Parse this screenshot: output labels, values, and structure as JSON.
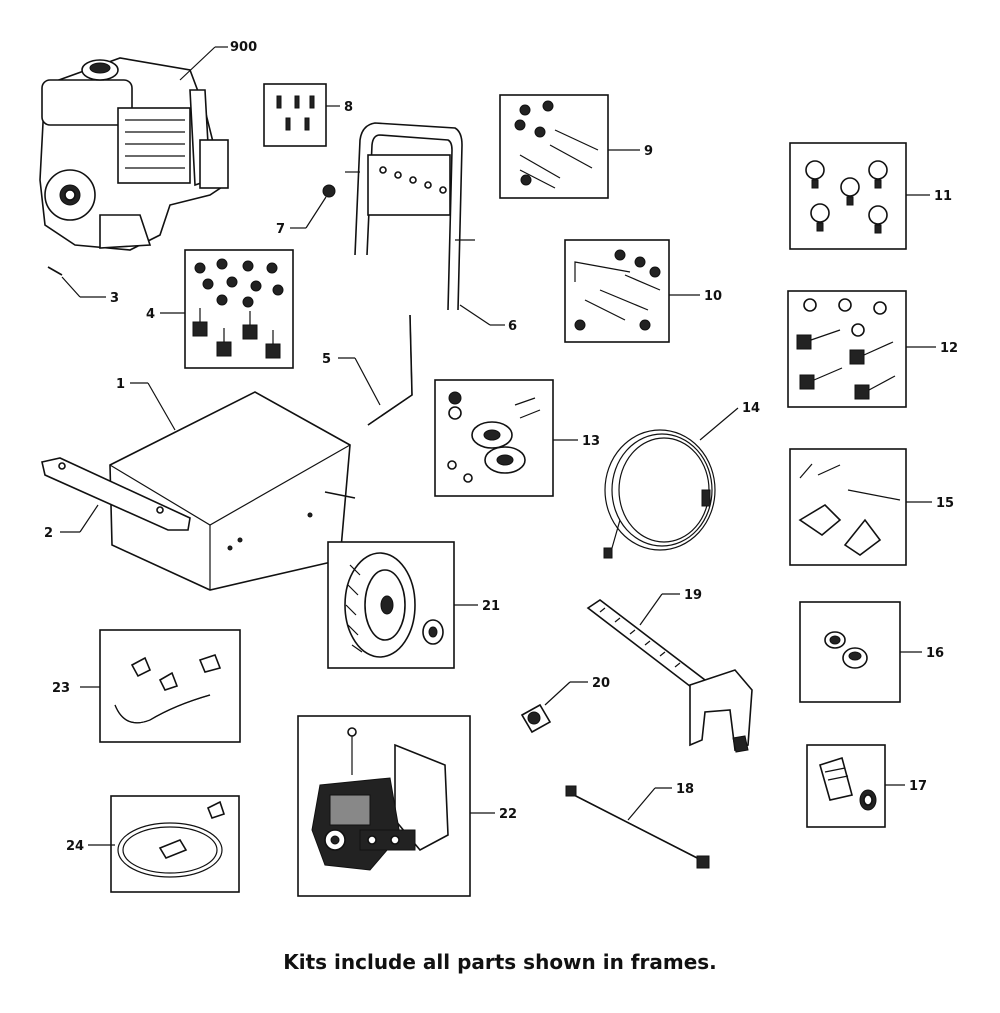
{
  "labels": {
    "p900": "900",
    "p8": "8",
    "p9": "9",
    "p11": "11",
    "p7": "7",
    "p3": "3",
    "p4": "4",
    "p6": "6",
    "p10": "10",
    "p12": "12",
    "p5": "5",
    "p1": "1",
    "p13": "13",
    "p14": "14",
    "p15": "15",
    "p2": "2",
    "p21": "21",
    "p19": "19",
    "p16": "16",
    "p23": "23",
    "p20": "20",
    "p22": "22",
    "p17": "17",
    "p18": "18",
    "p24": "24"
  },
  "caption": "Kits include all parts shown in frames."
}
